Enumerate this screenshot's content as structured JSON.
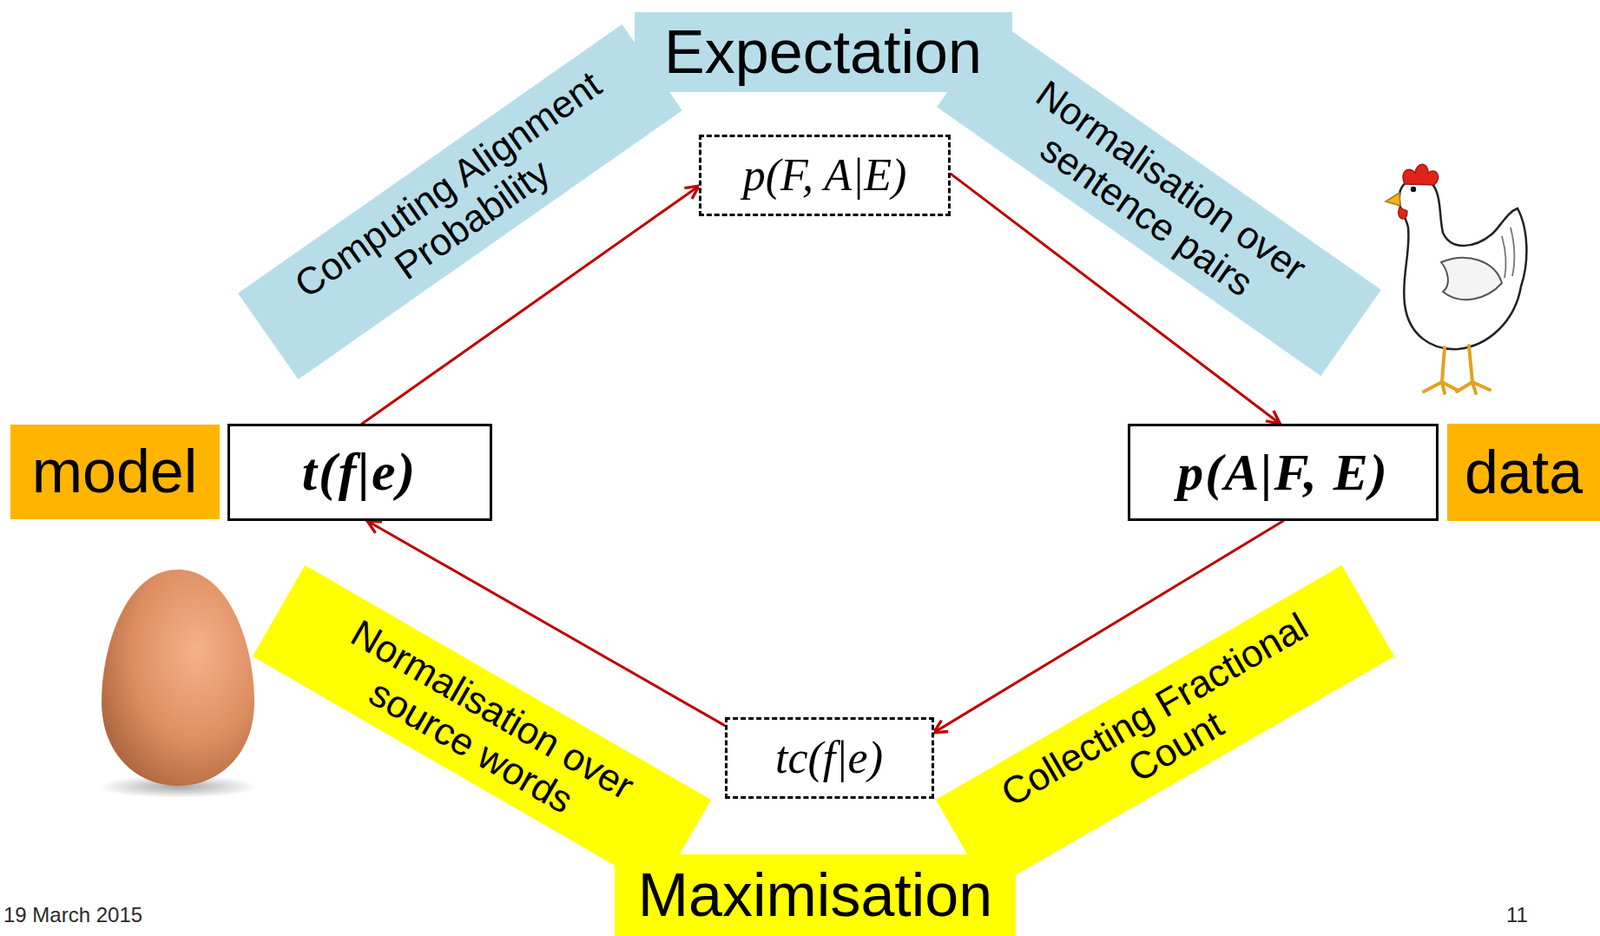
{
  "diagram": {
    "nodes": [
      {
        "text": [
          "Expectation"
        ]
      },
      {
        "text": [
          "Computing Alignment Probability"
        ]
      },
      {
        "text": [
          "p(F, A|E)"
        ]
      },
      {
        "text": [
          "Normalisation over sentence pairs"
        ]
      },
      {
        "text": [
          "model"
        ]
      },
      {
        "text": [
          "t(f|e)"
        ]
      },
      {
        "text": [
          "p(A|F, E)"
        ]
      },
      {
        "text": [
          "data"
        ]
      },
      {
        "text": [
          "Normalisation over source words"
        ]
      },
      {
        "text": [
          "tc(f|e)"
        ]
      },
      {
        "text": [
          "Collecting Fractional Count"
        ]
      },
      {
        "text": [
          "Maximisation"
        ]
      }
    ],
    "edges": [
      {
        "from": 5,
        "to": 2,
        "arrow": "to"
      },
      {
        "from": 2,
        "to": 6,
        "arrow": "to"
      },
      {
        "from": 6,
        "to": 9,
        "arrow": "to"
      },
      {
        "from": 9,
        "to": 5,
        "arrow": "to"
      }
    ],
    "labels": [
      "19 March 2015",
      "11"
    ]
  }
}
